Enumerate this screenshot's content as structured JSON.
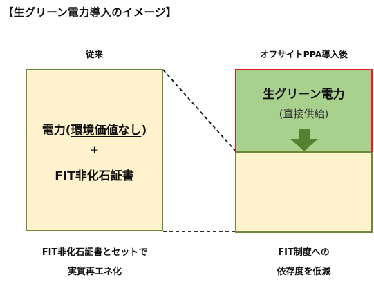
{
  "title": "【生グリーン電力導入のイメージ】",
  "left": {
    "heading": "従来",
    "line1_prefix": "電力(",
    "line1_underlined": "環境価値なし",
    "line1_suffix": ")",
    "plus": "+",
    "line2": "FIT非化石証書",
    "footer_line1": "FIT非化石証書とセットで",
    "footer_line2": "実質再エネ化"
  },
  "right": {
    "heading": "オフサイトPPA導入後",
    "green_label": "生グリーン電力",
    "green_sub": "(直接供給)",
    "footer_line1": "FIT制度への",
    "footer_line2": "依存度を低減"
  },
  "colors": {
    "cream": "#fff2cc",
    "green_fill": "#a9d18e",
    "box_border": "#6a8a3a",
    "highlight_border": "#e02020",
    "arrow": "#548235"
  },
  "icons": {
    "arrow": "down-arrow-icon"
  }
}
